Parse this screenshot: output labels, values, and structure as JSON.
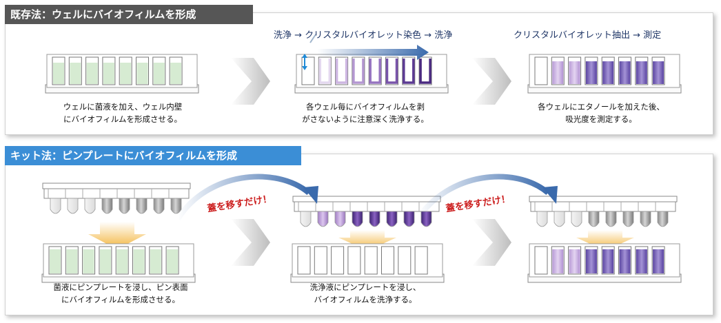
{
  "conventional": {
    "title": "既存法：ウェルにバイオフィルムを形成",
    "wash_stain_label": "洗浄 → クリスタルバイオレット染色 → 洗浄",
    "extract_measure_label": "クリスタルバイオレット抽出 → 測定",
    "caption1": [
      "ウェルに菌液を加え、ウェル内壁",
      "にバイオフィルムを形成させる。"
    ],
    "caption2": [
      "各ウェル毎にバイオフィルムを剥",
      "がさないように注意深く洗浄する。"
    ],
    "caption3": [
      "各ウェルにエタノールを加えた後、",
      "吸光度を測定する。"
    ]
  },
  "kit": {
    "title": "キット法：ピンプレートにバイオフィルムを形成",
    "move_lid_label_1": "蓋を移すだけ！",
    "move_lid_label_2": "蓋を移すだけ！",
    "caption1": [
      "菌液にピンプレートを浸し、ピン表面",
      "にバイオフィルムを形成させる。"
    ],
    "caption2": [
      "洗浄液にピンプレートを浸し、",
      "バイオフィルムを洗浄する。"
    ]
  },
  "colors": {
    "header_dark": "#565656",
    "header_blue": "#3b8ed6",
    "culture_green": "#d6ebd2",
    "crystal_violet": "#5a3c92",
    "light_violet": "#c4a5d9",
    "gold_arrow": "#f2b030",
    "blue_arrow": "#3a6aac",
    "red_text": "#cc1f1f"
  }
}
